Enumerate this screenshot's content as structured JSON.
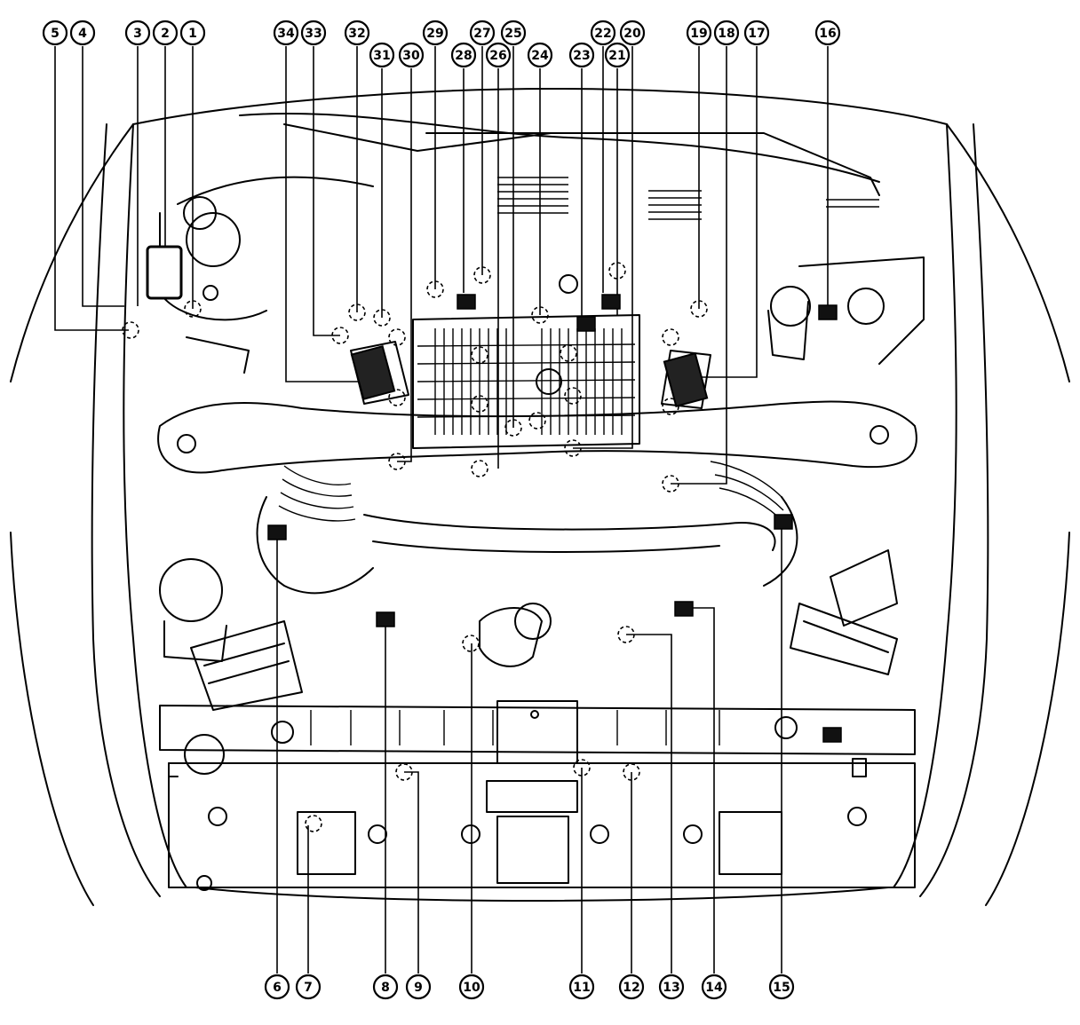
{
  "diagram": {
    "callouts": [
      {
        "id": 1,
        "label": "①"
      },
      {
        "id": 2,
        "label": "②"
      },
      {
        "id": 3,
        "label": "③"
      },
      {
        "id": 4,
        "label": "④"
      },
      {
        "id": 5,
        "label": "⑤"
      },
      {
        "id": 6,
        "label": "⑥"
      },
      {
        "id": 7,
        "label": "⑦"
      },
      {
        "id": 8,
        "label": "⑧"
      },
      {
        "id": 9,
        "label": "⑨"
      },
      {
        "id": 10,
        "label": "⑩"
      },
      {
        "id": 11,
        "label": "⑪"
      },
      {
        "id": 12,
        "label": "⑫"
      },
      {
        "id": 13,
        "label": "⑬"
      },
      {
        "id": 14,
        "label": "⑭"
      },
      {
        "id": 15,
        "label": "⑮"
      },
      {
        "id": 16,
        "label": "⑯"
      },
      {
        "id": 17,
        "label": "⑰"
      },
      {
        "id": 18,
        "label": "⑱"
      },
      {
        "id": 19,
        "label": "⑲"
      },
      {
        "id": 20,
        "label": "⑳"
      },
      {
        "id": 21,
        "label": "㉑"
      },
      {
        "id": 22,
        "label": "㉒"
      },
      {
        "id": 23,
        "label": "㉓"
      },
      {
        "id": 24,
        "label": "㉔"
      },
      {
        "id": 25,
        "label": "㉕"
      },
      {
        "id": 26,
        "label": "㉖"
      },
      {
        "id": 27,
        "label": "㉗"
      },
      {
        "id": 28,
        "label": "㉘"
      },
      {
        "id": 29,
        "label": "㉙"
      },
      {
        "id": 30,
        "label": "㉚"
      },
      {
        "id": 31,
        "label": "㉛"
      },
      {
        "id": 32,
        "label": "㉜"
      },
      {
        "id": 33,
        "label": "㉝"
      },
      {
        "id": 34,
        "label": "㉞"
      }
    ]
  }
}
